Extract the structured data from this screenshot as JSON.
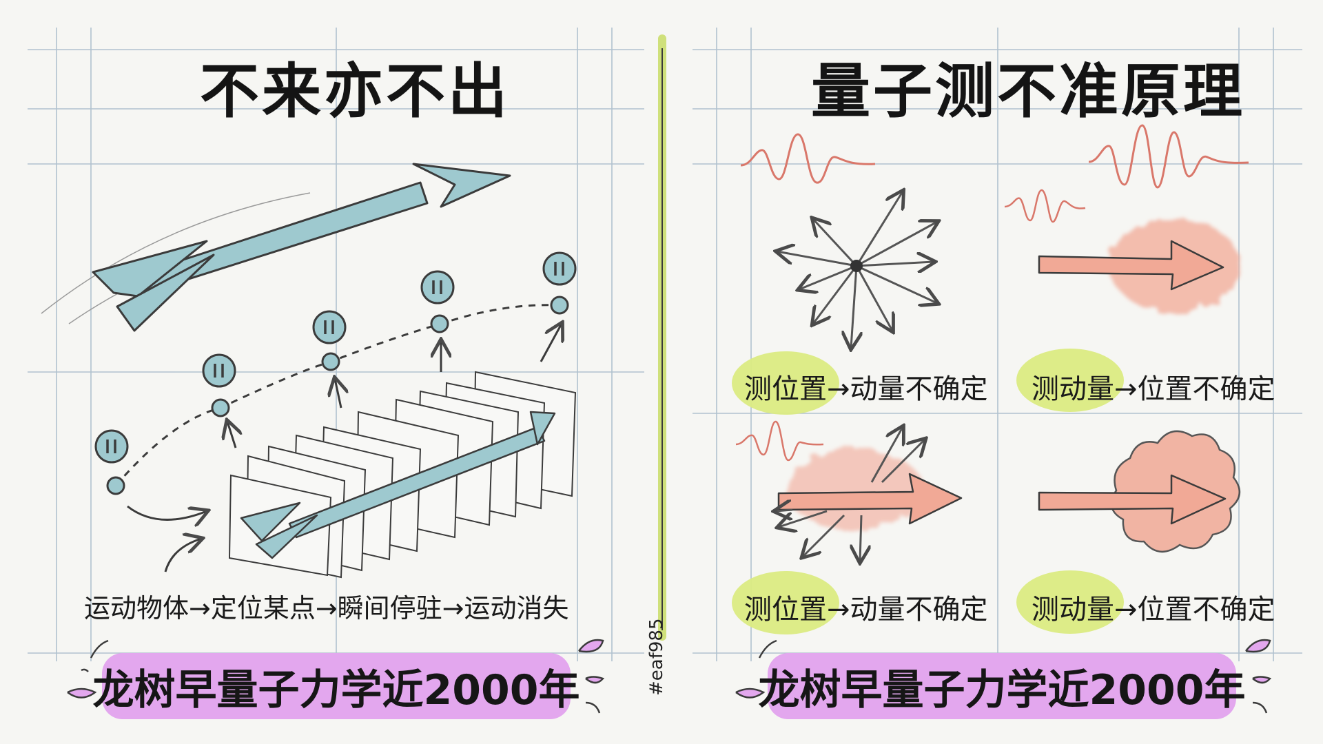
{
  "left_panel": {
    "title": "不来亦不出",
    "caption": "运动物体→定位某点→瞬间停驻→运动消失",
    "banner": "龙树早量子力学近2000年"
  },
  "right_panel": {
    "title": "量子测不准原理",
    "labels": {
      "top_left": "测位置→动量不确定",
      "top_right": "测动量→位置不确定",
      "bottom_left": "测位置→动量不确定",
      "bottom_right": "测动量→位置不确定"
    },
    "banner": "龙树早量子力学近2000年"
  },
  "divider_tag": "#eaf985",
  "colors": {
    "arrow_teal": "#9ec9cf",
    "wave_red": "#d9776a",
    "blob_salmon": "#f1a996",
    "highlight_yellow": "#dbeb82",
    "banner_purple": "#e3a7ee",
    "divider_green": "#cfe07a",
    "grid_blue": "#a9bccb"
  }
}
